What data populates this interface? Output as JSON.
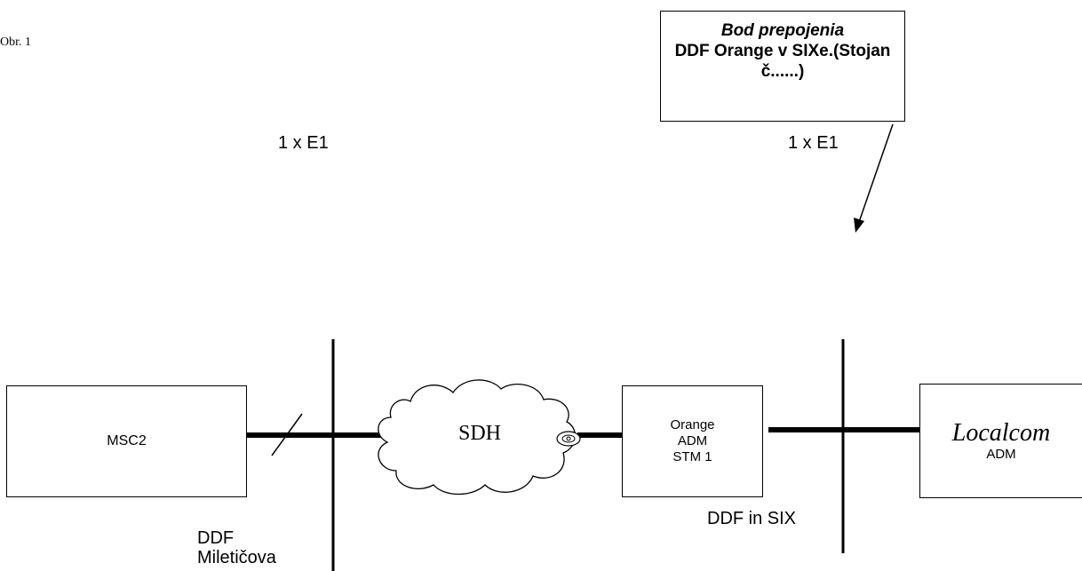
{
  "figure_label": "Obr. 1",
  "callout": {
    "title": "Bod prepojenia",
    "line2": "DDF Orange v SIXe.(Stojan",
    "line3": "č......)"
  },
  "rates": {
    "left": "1 x E1",
    "right": "1 x E1"
  },
  "cloud_label": "SDH",
  "nodes": {
    "msc": "MSC2",
    "orange": [
      "Orange",
      "ADM",
      "STM 1"
    ],
    "localcom": {
      "name": "Localcom",
      "sub": "ADM"
    }
  },
  "ddf_labels": {
    "left_line1": "DDF",
    "left_line2": "Miletičova",
    "right": "DDF in SIX"
  }
}
